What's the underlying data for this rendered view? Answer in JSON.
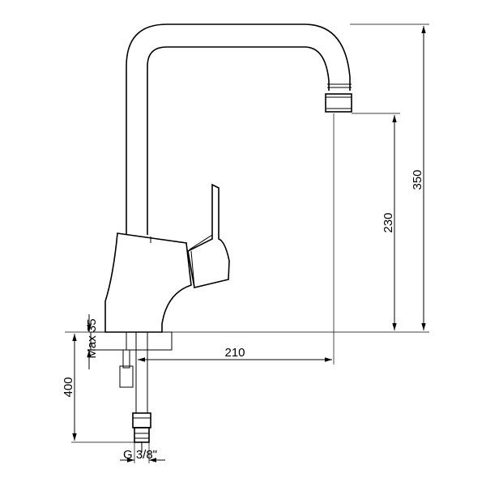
{
  "dimensions": {
    "total_height": "350",
    "spout_height": "230",
    "spout_reach": "210",
    "max_deck_thickness": "Max 35",
    "hose_length": "400",
    "thread_size": "G 3/8\""
  }
}
